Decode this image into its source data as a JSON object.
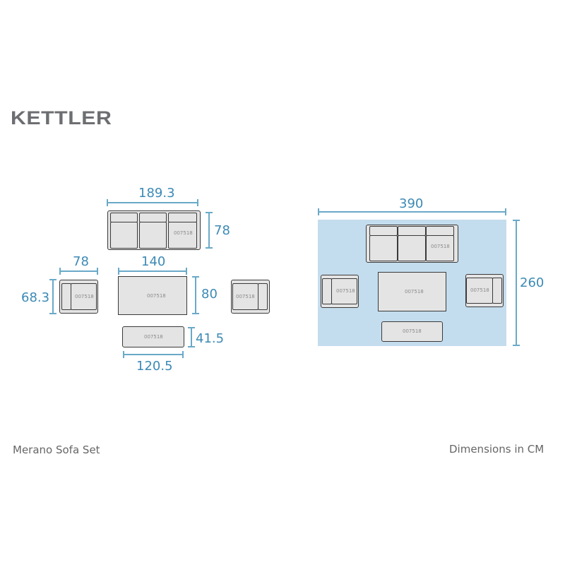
{
  "brand": {
    "logo_text": "KETTLER",
    "logo_color": "#6d6e71"
  },
  "colors": {
    "dimension_blue": "#3d8ab5",
    "rug_blue": "#c4ddee",
    "furniture_fill": "#e4e4e4",
    "outline": "#3a3a3a"
  },
  "product_code": "007518",
  "left_diagram": {
    "sofa": {
      "width_label": "189.3",
      "depth_label": "78",
      "code": "007518"
    },
    "armchair_left": {
      "width_label": "78",
      "depth_label": "68.3",
      "code": "007518"
    },
    "coffee_table": {
      "width_label": "140",
      "depth_label": "80",
      "code": "007518"
    },
    "armchair_right": {
      "code": "007518"
    },
    "side_table": {
      "width_label": "120.5",
      "depth_label": "41.5",
      "code": "007518"
    }
  },
  "right_diagram": {
    "overall_width_label": "390",
    "overall_depth_label": "260",
    "codes": [
      "007518",
      "007518",
      "007518",
      "007518",
      "007518"
    ]
  },
  "captions": {
    "product_name": "Merano Sofa Set",
    "units_note": "Dimensions in CM"
  }
}
